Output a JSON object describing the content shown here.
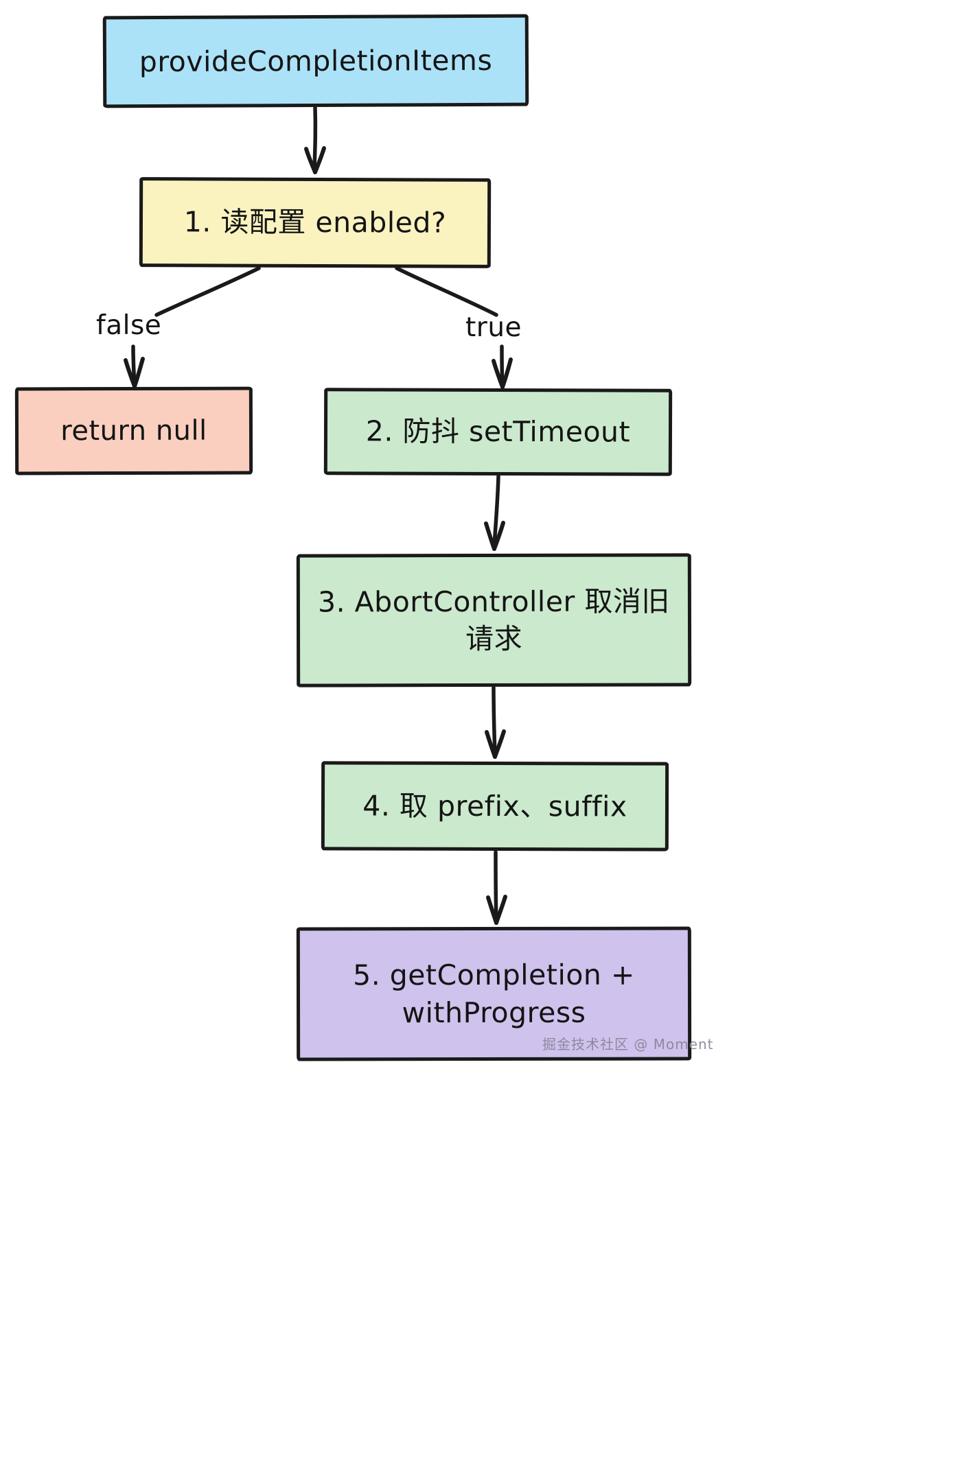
{
  "diagram": {
    "title": "provideCompletionItems flow",
    "background": "#ffffff",
    "stroke_color": "#1a1a1a",
    "nodes": {
      "start": {
        "label": "provideCompletionItems",
        "fill": "#ace2f8",
        "shape": "rect"
      },
      "decision": {
        "label": "1. 读配置 enabled?",
        "fill": "#faf3c0",
        "shape": "rect"
      },
      "return_null": {
        "label": "return null",
        "fill": "#fbcfc0",
        "shape": "rect"
      },
      "debounce": {
        "label": "2. 防抖 setTimeout",
        "fill": "#cbe9cd",
        "shape": "rect"
      },
      "abort": {
        "label": "3. AbortController 取消旧\n请求",
        "line1": "3. AbortController 取消旧",
        "line2": "请求",
        "fill": "#cbe9cd",
        "shape": "rect"
      },
      "prefix": {
        "label": "4. 取 prefix、suffix",
        "fill": "#cbe9cd",
        "shape": "rect"
      },
      "getcompletion": {
        "line1": "5. getCompletion +",
        "line2": "withProgress",
        "fill": "#cfc2ec",
        "shape": "rect"
      }
    },
    "edges": [
      {
        "from": "start",
        "to": "decision",
        "label": ""
      },
      {
        "from": "decision",
        "to": "return_null",
        "label": "false"
      },
      {
        "from": "decision",
        "to": "debounce",
        "label": "true"
      },
      {
        "from": "debounce",
        "to": "abort",
        "label": ""
      },
      {
        "from": "abort",
        "to": "prefix",
        "label": ""
      },
      {
        "from": "prefix",
        "to": "getcompletion",
        "label": ""
      }
    ],
    "edge_labels": {
      "false": "false",
      "true": "true"
    },
    "watermark": "掘金技术社区 @ Moment"
  }
}
